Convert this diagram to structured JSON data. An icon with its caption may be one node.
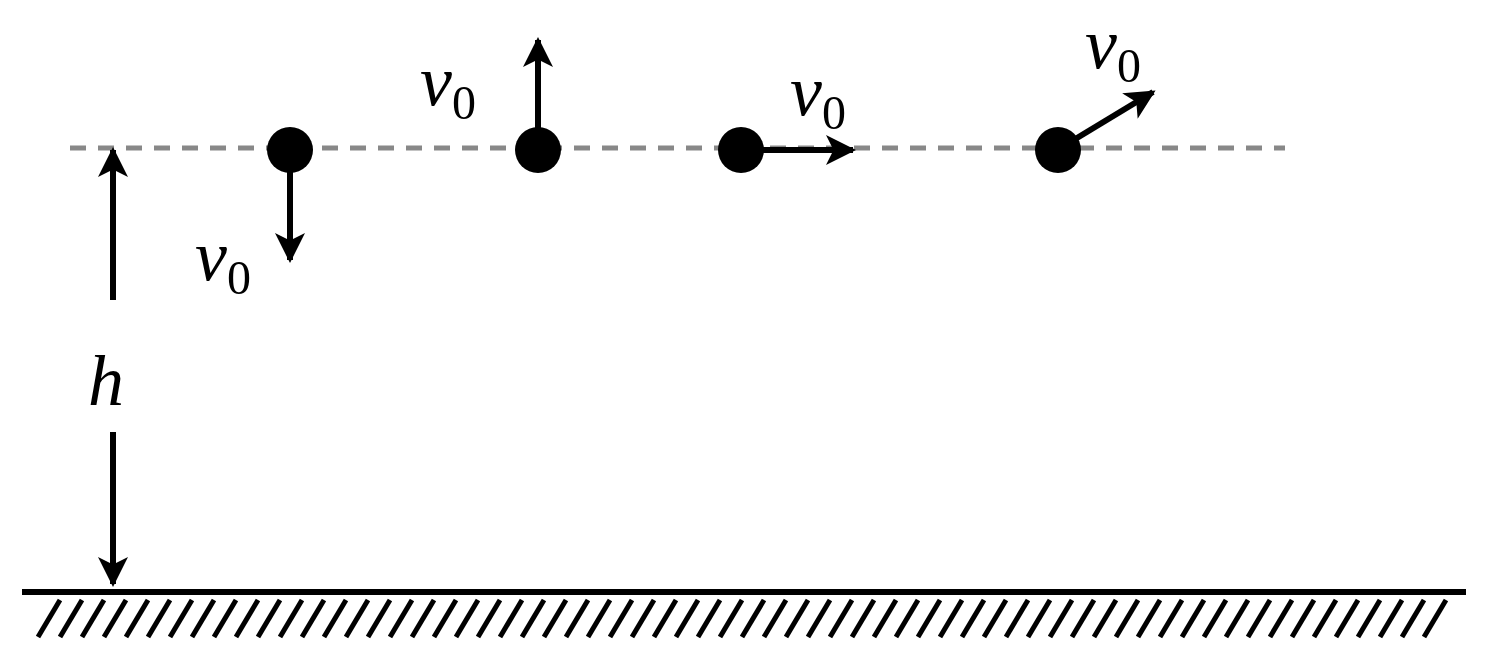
{
  "diagram": {
    "labels": [
      "v$_{0}$",
      "v$_{0}$",
      "v$_{0}$",
      "v$_{0}$",
      "h"
    ]
  }
}
